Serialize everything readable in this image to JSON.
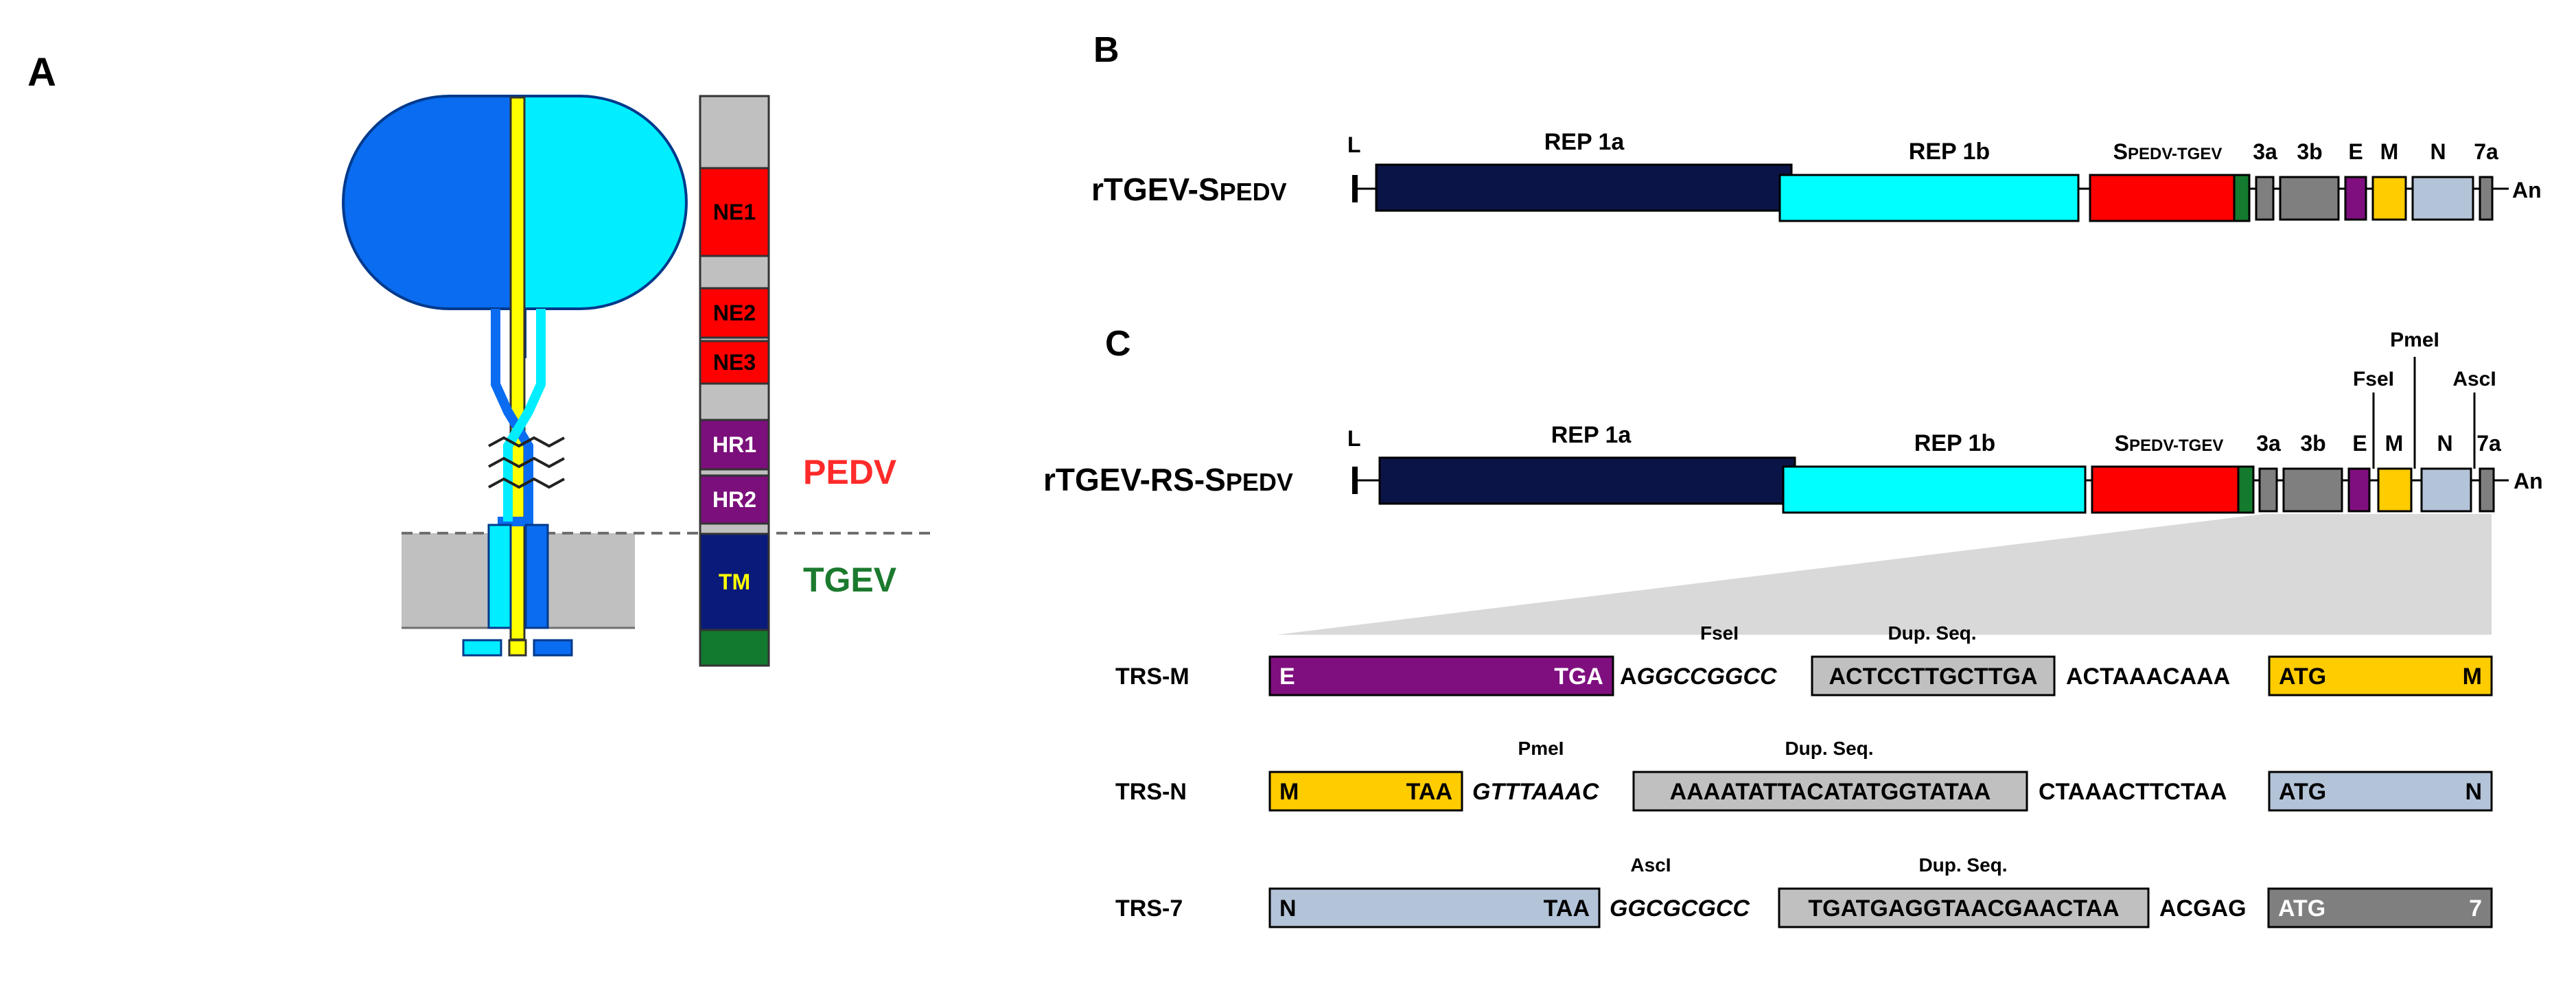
{
  "panels": {
    "a": {
      "letter": "A"
    },
    "b": {
      "letter": "B"
    },
    "c": {
      "letter": "C"
    }
  },
  "panel_a": {
    "domains": [
      {
        "label": "NE1",
        "color": "#ff0000"
      },
      {
        "label": "NE2",
        "color": "#ff0000"
      },
      {
        "label": "NE3",
        "color": "#ff0000"
      },
      {
        "label": "HR1",
        "color": "#7b0f7b"
      },
      {
        "label": "HR2",
        "color": "#7b0f7b"
      },
      {
        "label": "TM",
        "color": "#0a1a7a"
      }
    ],
    "pedv_label": "PEDV",
    "tgev_label": "TGEV",
    "colors": {
      "pedv": "#ff2a2a",
      "tgev": "#1b7a2e",
      "light_blue": "#00eeff",
      "mid_blue": "#0a6cf0",
      "yellow": "#ffff00",
      "grey": "#c0c0c0",
      "green": "#127a2e"
    }
  },
  "panel_b": {
    "construct_name_main": "rTGEV-S",
    "construct_name_sub": "PEDV",
    "leader": "L",
    "rep1a": "REP 1a",
    "rep1b": "REP 1b",
    "s_main": "S",
    "s_sub": "PEDV-TGEV",
    "genes": [
      "3a",
      "3b",
      "E",
      "M",
      "N",
      "7a"
    ],
    "polyA": "An"
  },
  "panel_c": {
    "construct_name_main": "rTGEV-RS-S",
    "construct_name_sub": "PEDV",
    "leader": "L",
    "rep1a": "REP 1a",
    "rep1b": "REP 1b",
    "s_main": "S",
    "s_sub": "PEDV-TGEV",
    "genes": [
      "3a",
      "3b",
      "E",
      "M",
      "N",
      "7a"
    ],
    "polyA": "An",
    "sites": [
      "FseI",
      "PmeI",
      "AscI"
    ],
    "trs": [
      {
        "name": "TRS-M",
        "left_gene": "E",
        "left_codon": "TGA",
        "site_label": "FseI",
        "site_lead": "A",
        "site_seq": "GGCCGGCC",
        "dup_label": "Dup. Seq.",
        "dup_seq": "ACTCCTTGCTTGA",
        "spacer": "ACTAAACAAA",
        "right_codon": "ATG",
        "right_gene": "M"
      },
      {
        "name": "TRS-N",
        "left_gene": "M",
        "left_codon": "TAA",
        "site_label": "PmeI",
        "site_lead": "",
        "site_seq": "GTTTAAAC",
        "dup_label": "Dup. Seq.",
        "dup_seq": "AAAATATTACATATGGTATAA",
        "spacer": "CTAAACTTCTAA",
        "right_codon": "ATG",
        "right_gene": "N"
      },
      {
        "name": "TRS-7",
        "left_gene": "N",
        "left_codon": "TAA",
        "site_label": "AscI",
        "site_lead": "",
        "site_seq": "GGCGCGCC",
        "dup_label": "Dup. Seq.",
        "dup_seq": "TGATGAGGTAACGAACTAA",
        "spacer": "ACGAG",
        "right_codon": "ATG",
        "right_gene": "7"
      }
    ]
  },
  "colors": {
    "rep1a": "#0b1446",
    "rep1b": "#00ffff",
    "spike": "#ff0000",
    "spike_tgev": "#137a2e",
    "grey": "#7f7f7f",
    "e": "#7f0f7f",
    "m": "#ffcc00",
    "n": "#b3c3d8",
    "seven": "#7f7f7f",
    "dup": "#c0c0c0"
  }
}
